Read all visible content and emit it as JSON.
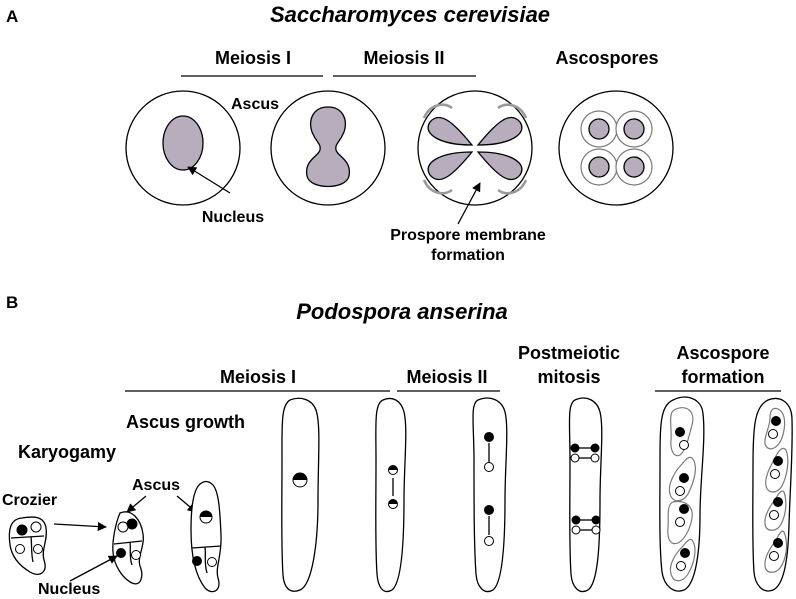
{
  "panel_a": {
    "letter": "A",
    "title": "Saccharomyces cerevisiae",
    "stage_meiosis1": "Meiosis I",
    "stage_meiosis2": "Meiosis II",
    "stage_ascospores": "Ascospores",
    "label_ascus": "Ascus",
    "label_nucleus": "Nucleus",
    "label_prospore_1": "Prospore membrane",
    "label_prospore_2": "formation"
  },
  "panel_b": {
    "letter": "B",
    "title": "Podospora anserina",
    "stage_meiosis1": "Meiosis I",
    "stage_meiosis2": "Meiosis II",
    "stage_postmeiotic_1": "Postmeiotic",
    "stage_postmeiotic_2": "mitosis",
    "stage_ascospore_1": "Ascospore",
    "stage_ascospore_2": "formation",
    "label_ascus_growth": "Ascus growth",
    "label_karyogamy": "Karyogamy",
    "label_crozier": "Crozier",
    "label_ascus": "Ascus",
    "label_nucleus": "Nucleus"
  },
  "colors": {
    "nucleus_fill": "#b7adbd",
    "membrane_grey": "#9a9a9a"
  }
}
